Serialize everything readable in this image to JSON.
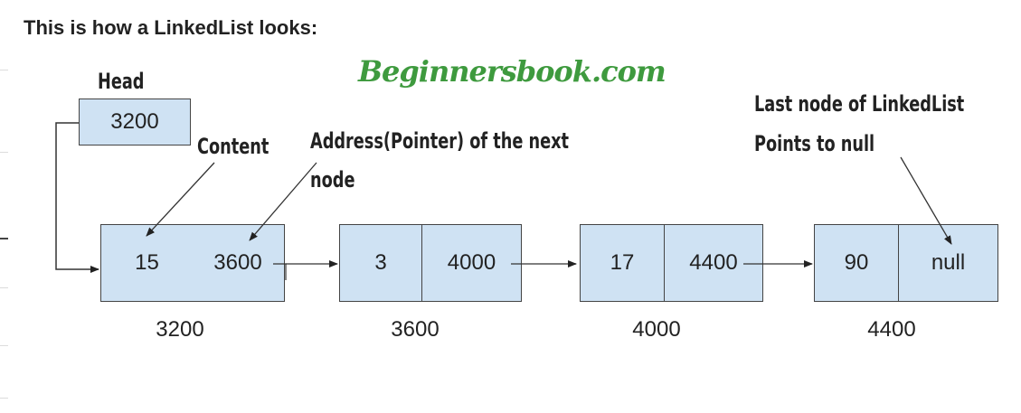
{
  "heading": "This is how a LinkedList looks:",
  "watermark": "Beginnersbook.com",
  "head": {
    "label": "Head",
    "value": "3200"
  },
  "annotations": {
    "content": "Content",
    "pointer_line1": "Address(Pointer) of the next",
    "pointer_line2": "node",
    "last_line1": "Last node of LinkedList",
    "last_line2": "Points to null"
  },
  "nodes": [
    {
      "data": "15",
      "next": "3600",
      "address": "3200"
    },
    {
      "data": "3",
      "next": "4000",
      "address": "3600"
    },
    {
      "data": "17",
      "next": "4400",
      "address": "4000"
    },
    {
      "data": "90",
      "next": "null",
      "address": "4400"
    }
  ],
  "colors": {
    "node_fill": "#cfe2f3",
    "border": "#444444",
    "watermark": "#3e9a3e"
  }
}
